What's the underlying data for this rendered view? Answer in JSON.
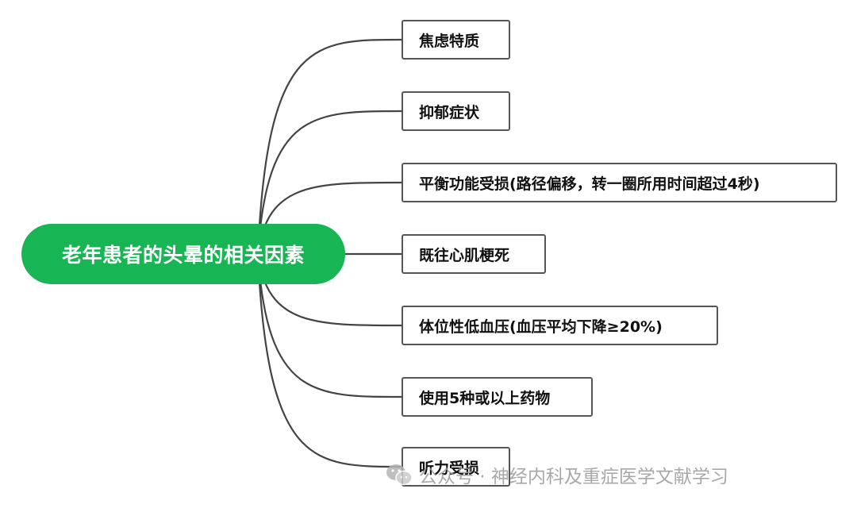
{
  "mindmap": {
    "root": {
      "label": "老年患者的头晕的相关因素",
      "color": "#17b553"
    },
    "branches": [
      {
        "label": "焦虑特质"
      },
      {
        "label": "抑郁症状"
      },
      {
        "label": "平衡功能受损(路径偏移，转一圈所用时间超过4秒)"
      },
      {
        "label": "既往心肌梗死"
      },
      {
        "label": "体位性低血压(血压平均下降≥20%)"
      },
      {
        "label": "使用5种或以上药物"
      },
      {
        "label": "听力受损"
      }
    ],
    "connector_color": "#444444",
    "border_color": "#555555"
  },
  "watermark": {
    "icon": "wechat-icon",
    "text": "公众号 · 神经内科及重症医学文献学习"
  }
}
